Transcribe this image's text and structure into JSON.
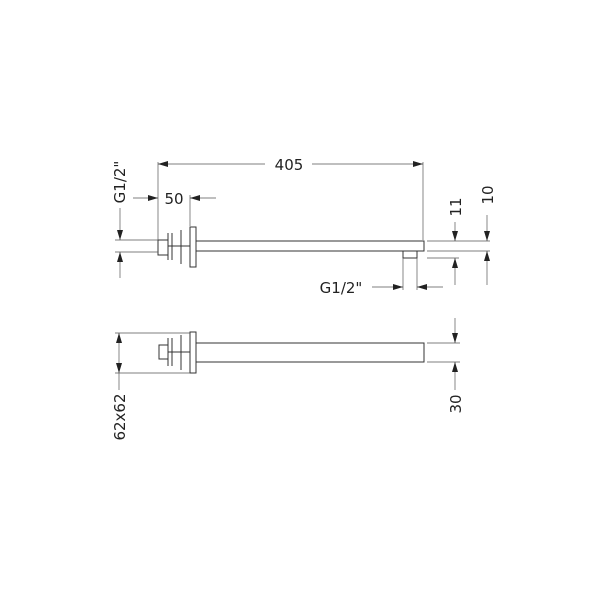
{
  "top_view": {
    "length_label": "405",
    "offset_label": "50",
    "inlet_thread_label": "G1/2\"",
    "outlet_thread_label": "G1/2\"",
    "height_11_label": "11",
    "height_10_label": "10"
  },
  "side_view": {
    "flange_size_label": "62x62",
    "arm_width_label": "30"
  }
}
